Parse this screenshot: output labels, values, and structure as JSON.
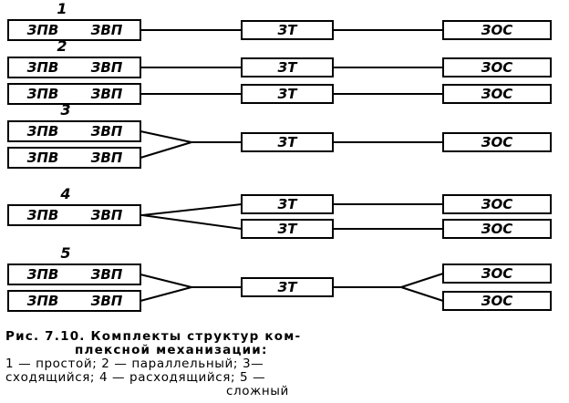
{
  "labels": {
    "left_a": "ЗПВ",
    "left_b": "ЗВП",
    "middle": "ЗТ",
    "right": "ЗОС"
  },
  "groups": [
    "1",
    "2",
    "3",
    "4",
    "5"
  ],
  "caption": {
    "line1": "Рис.   7.10.  Комплекты  структур   ком-",
    "line2": "плексной  механизации:",
    "line3": "1 — простой;  2 — параллельный;  3—",
    "line4": "сходящийся;  4 — расходящийся;  5 —",
    "line5": "сложный"
  }
}
